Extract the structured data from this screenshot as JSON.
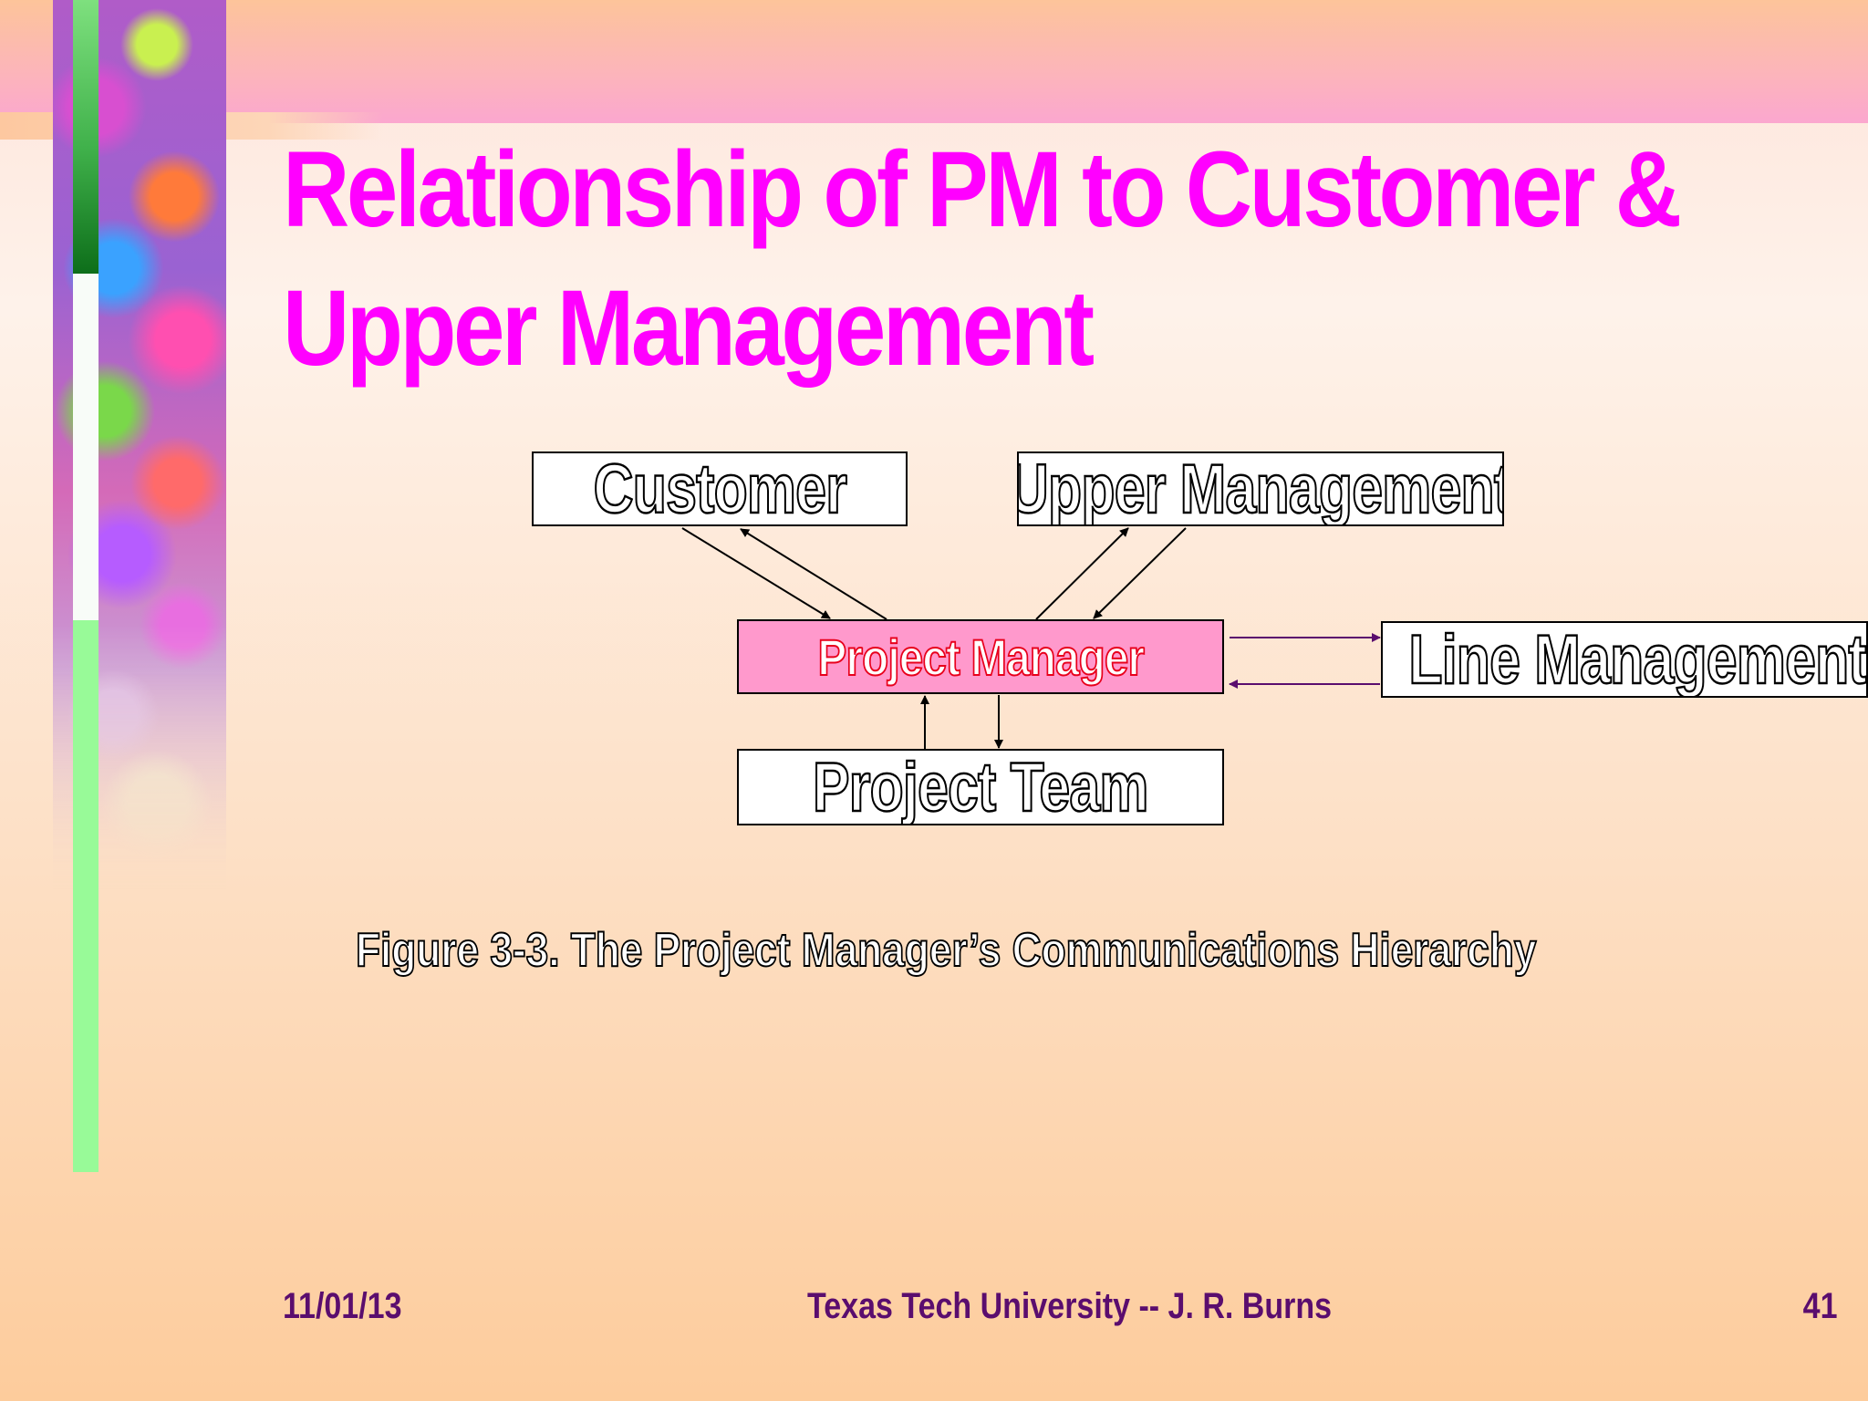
{
  "slide": {
    "title_line1": "Relationship of PM to Customer &",
    "title_line2": "Upper Management"
  },
  "diagram": {
    "nodes": {
      "customer": "Customer",
      "upper_management": "Upper Management",
      "project_manager": "Project Manager",
      "line_management": "Line Management",
      "project_team": "Project Team"
    },
    "caption": "Figure 3-3.  The Project Manager’s Communications Hierarchy"
  },
  "footer": {
    "date": "11/01/13",
    "center": "Texas Tech University -- J. R. Burns",
    "page": "41"
  },
  "colors": {
    "title": "#ff00ff",
    "project_manager_fill": "#ff99cc",
    "footer_text": "#5a0d6e",
    "arrow_purple": "#5a0d6e"
  }
}
